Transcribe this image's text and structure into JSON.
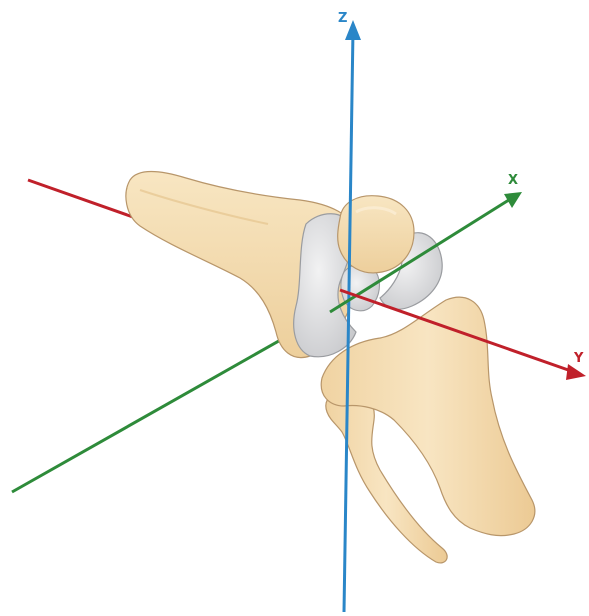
{
  "axes": {
    "x": {
      "label": "X",
      "color": "#2e8b3a"
    },
    "y": {
      "label": "Y",
      "color": "#c0202a"
    },
    "z": {
      "label": "Z",
      "color": "#2a86c8"
    }
  },
  "bone_colors": {
    "bone_fill": "#f4dcae",
    "bone_stroke": "#b8966a",
    "cartilage_fill": "#d9dadc",
    "cartilage_stroke": "#9a9ca0"
  }
}
